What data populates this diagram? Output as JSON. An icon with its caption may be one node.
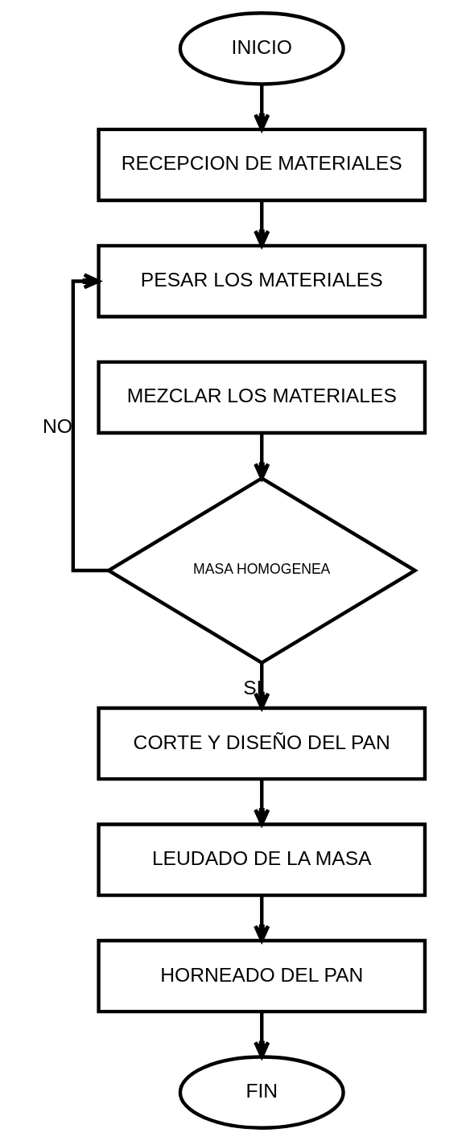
{
  "diagram": {
    "nodes": [
      {
        "text": [
          "INICIO"
        ]
      },
      {
        "text": [
          "RECEPCION DE MATERIALES"
        ]
      },
      {
        "text": [
          "PESAR LOS MATERIALES"
        ]
      },
      {
        "text": [
          "MEZCLAR LOS MATERIALES"
        ]
      },
      {
        "text": [
          "MASA HOMOGENEA"
        ]
      },
      {
        "text": [
          "CORTE Y DISEÑO DEL PAN"
        ]
      },
      {
        "text": [
          "LEUDADO DE LA MASA"
        ]
      },
      {
        "text": [
          "HORNEADO DEL PAN"
        ]
      },
      {
        "text": [
          "FIN"
        ]
      }
    ],
    "edges": [
      {
        "from": 0,
        "to": 1,
        "arrow": "to"
      },
      {
        "from": 1,
        "to": 2,
        "arrow": "to"
      },
      {
        "from": 3,
        "to": 4,
        "arrow": "to"
      },
      {
        "from": 4,
        "to": 2,
        "arrow": "to",
        "label": "NO"
      },
      {
        "from": 4,
        "to": 5,
        "arrow": "to",
        "label": "SI"
      },
      {
        "from": 5,
        "to": 6,
        "arrow": "to"
      },
      {
        "from": 6,
        "to": 7,
        "arrow": "to"
      },
      {
        "from": 7,
        "to": 8,
        "arrow": "to"
      }
    ]
  }
}
